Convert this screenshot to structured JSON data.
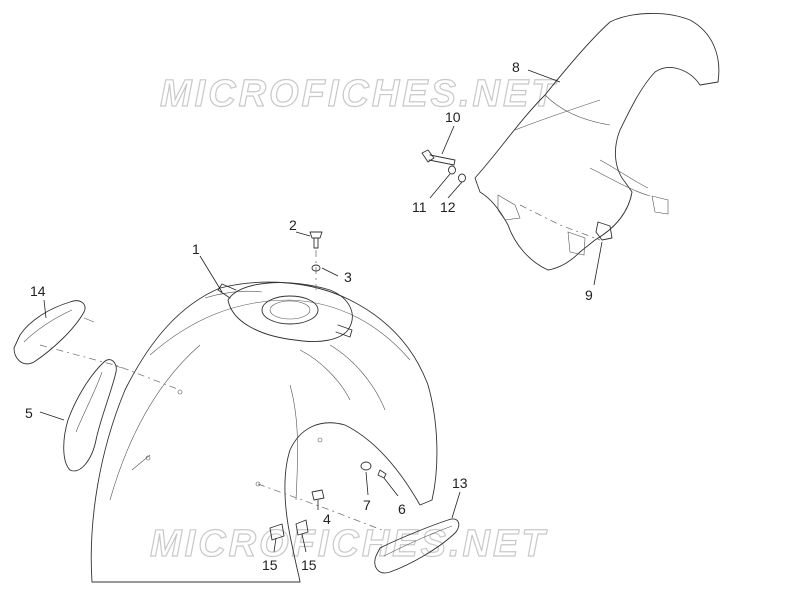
{
  "watermark": {
    "top": "MICROFICHES.NET",
    "bottom": "MICROFICHES.NET"
  },
  "callouts": {
    "c1": "1",
    "c2": "2",
    "c3": "3",
    "c4": "4",
    "c5": "5",
    "c6": "6",
    "c7": "7",
    "c8": "8",
    "c9": "9",
    "c10": "10",
    "c11": "11",
    "c12": "12",
    "c13": "13",
    "c14": "14",
    "c15a": "15",
    "c15b": "15"
  }
}
